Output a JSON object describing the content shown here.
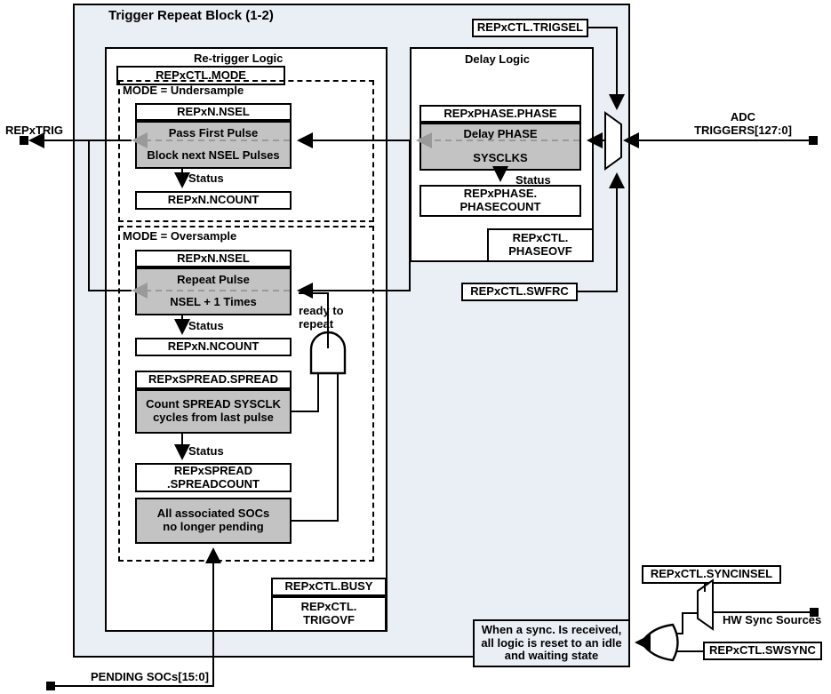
{
  "diagram": {
    "title": "Trigger Repeat Block (1-2)",
    "outer_block": {
      "label": "Trigger Repeat Block (1-2)"
    },
    "retrigger": {
      "title": "Re-trigger Logic",
      "mode_reg": "REPxCTL.MODE",
      "undersample": {
        "region_label": "MODE = Undersample",
        "nsel_reg": "REPxN.NSEL",
        "action_line1": "Pass First Pulse",
        "action_line2": "Block next NSEL Pulses",
        "status_label": "Status",
        "ncount_reg": "REPxN.NCOUNT"
      },
      "oversample": {
        "region_label": "MODE = Oversample",
        "nsel_reg": "REPxN.NSEL",
        "action_line1": "Repeat Pulse",
        "action_line2": "NSEL + 1 Times",
        "status_label": "Status",
        "ncount_reg": "REPxN.NCOUNT",
        "spread_reg": "REPxSPREAD.SPREAD",
        "spread_action": "Count SPREAD SYSCLK\ncycles from last pulse",
        "spread_status_label": "Status",
        "spreadcount_reg": "REPxSPREAD\n.SPREADCOUNT",
        "socs_block": "All associated SOCs\nno longer pending",
        "ready_label": "ready to\nrepeat",
        "and_gate": "and-gate"
      },
      "busy_reg": "REPxCTL.BUSY",
      "trigovf_reg": "REPxCTL.\nTRIGOVF"
    },
    "delay": {
      "title": "Delay Logic",
      "phase_reg": "REPxPHASE.PHASE",
      "action_line1": "Delay PHASE",
      "action_line2": "SYSCLKS",
      "status_label": "Status",
      "phasecount_reg": "REPxPHASE.\nPHASECOUNT",
      "phaseovf_reg": "REPxCTL.\nPHASEOVF"
    },
    "signals": {
      "trigsel_reg": "REPxCTL.TRIGSEL",
      "swfrc_reg": "REPxCTL.SWFRC",
      "adc_triggers": "ADC\nTRIGGERS[127:0]",
      "repxtrig": "REPxTRIG",
      "pending_socs": "PENDING SOCs[15:0]",
      "trigger_mux": "trigger-source-mux"
    },
    "sync": {
      "note": "When a sync. Is received,\nall logic is reset to an idle\nand waiting state",
      "syncinsel_reg": "REPxCTL.SYNCINSEL",
      "swsync_reg": "REPxCTL.SWSYNC",
      "hw_sync_label": "HW Sync Sources",
      "sync_mux": "sync-source-mux",
      "or_gate": "or-gate"
    },
    "colors": {
      "block_bg": "#eaeef5",
      "gray_fill": "#c3c3c3",
      "line": "#000000",
      "dashed_flow": "#9a9a9a"
    }
  }
}
